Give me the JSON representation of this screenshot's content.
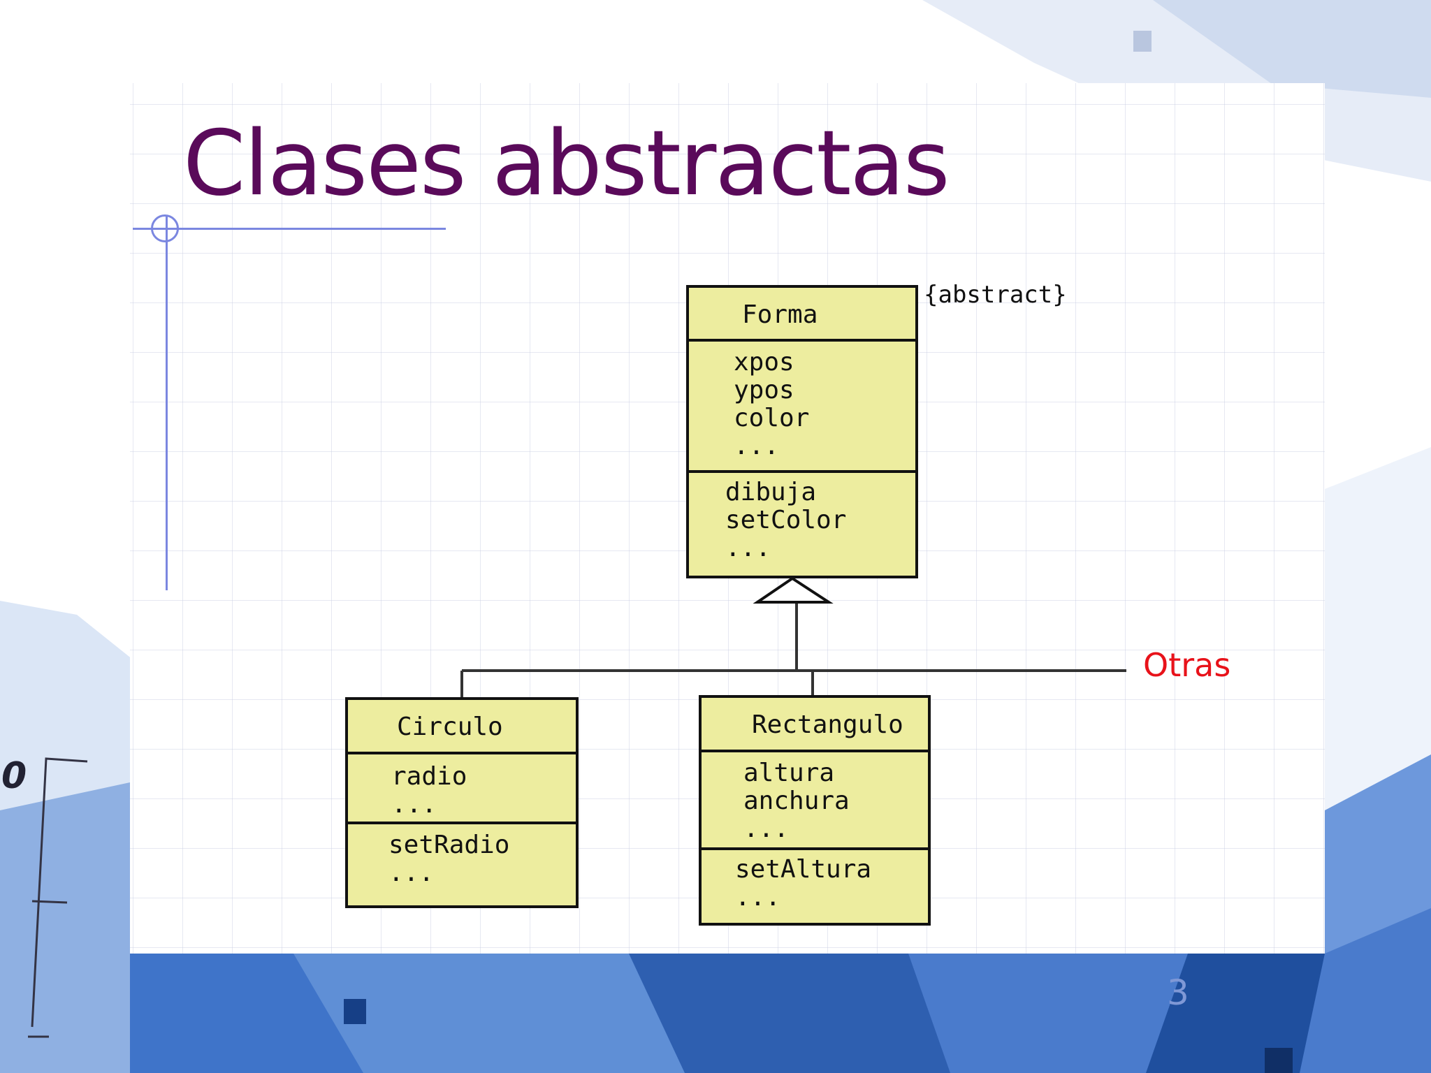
{
  "slide": {
    "title": "Clases abstractas",
    "page_number": "3"
  },
  "diagram": {
    "stereotype": "{abstract}",
    "others_label": "Otras",
    "classes": {
      "forma": {
        "name": "Forma",
        "attributes": [
          "xpos",
          "ypos",
          "color",
          "..."
        ],
        "operations": [
          "dibuja",
          "setColor",
          "..."
        ]
      },
      "circulo": {
        "name": "Circulo",
        "attributes": [
          "radio",
          "..."
        ],
        "operations": [
          "setRadio",
          "..."
        ]
      },
      "rectangulo": {
        "name": "Rectangulo",
        "attributes": [
          "altura",
          "anchura",
          "..."
        ],
        "operations": [
          "setAltura",
          "..."
        ]
      }
    }
  },
  "decoration": {
    "corner_mark_text": "0"
  },
  "colors": {
    "title": "#5a0a5a",
    "class_fill": "#eded9f",
    "others_label": "#e8121a",
    "page_number": "#7f98d6",
    "accent_rule": "#7b87e0",
    "background_blue": "#2e5fb0"
  }
}
